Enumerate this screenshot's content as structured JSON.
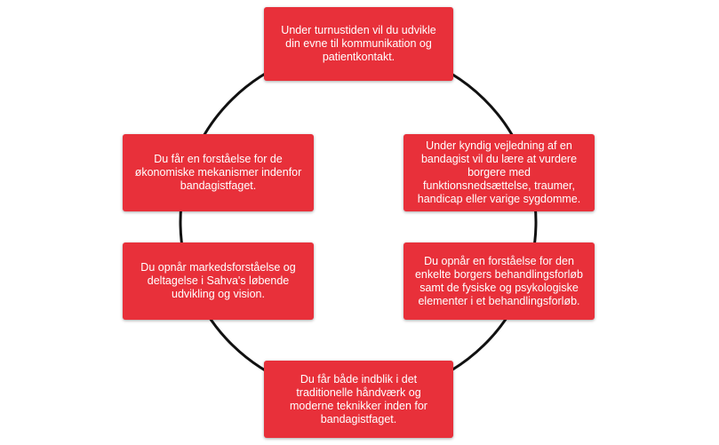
{
  "diagram": {
    "colors": {
      "box_fill": "#e8303a",
      "box_text": "#ffffff",
      "ring_stroke": "#111111"
    },
    "boxes": [
      {
        "id": "top",
        "text": "Under turnustiden vil du udvikle din evne til kommunikation og patientkontakt."
      },
      {
        "id": "left-1",
        "text": "Du får en forståelse for de økonomiske mekanismer indenfor bandagistfaget."
      },
      {
        "id": "right-1",
        "text": "Under kyndig vejledning af en bandagist vil du lære at vurdere borgere med funktionsnedsættelse, traumer, handicap eller varige sygdomme."
      },
      {
        "id": "left-2",
        "text": "Du opnår markedsforståelse og deltagelse i Sahva's løbende udvikling og vision."
      },
      {
        "id": "right-2",
        "text": "Du opnår en forståelse for den enkelte borgers behandlingsforløb samt de fysiske og psykologiske elementer i et behandlingsforløb."
      },
      {
        "id": "bottom",
        "text": "Du får både indblik i det traditionelle håndværk og moderne teknikker inden for bandagistfaget."
      }
    ]
  }
}
